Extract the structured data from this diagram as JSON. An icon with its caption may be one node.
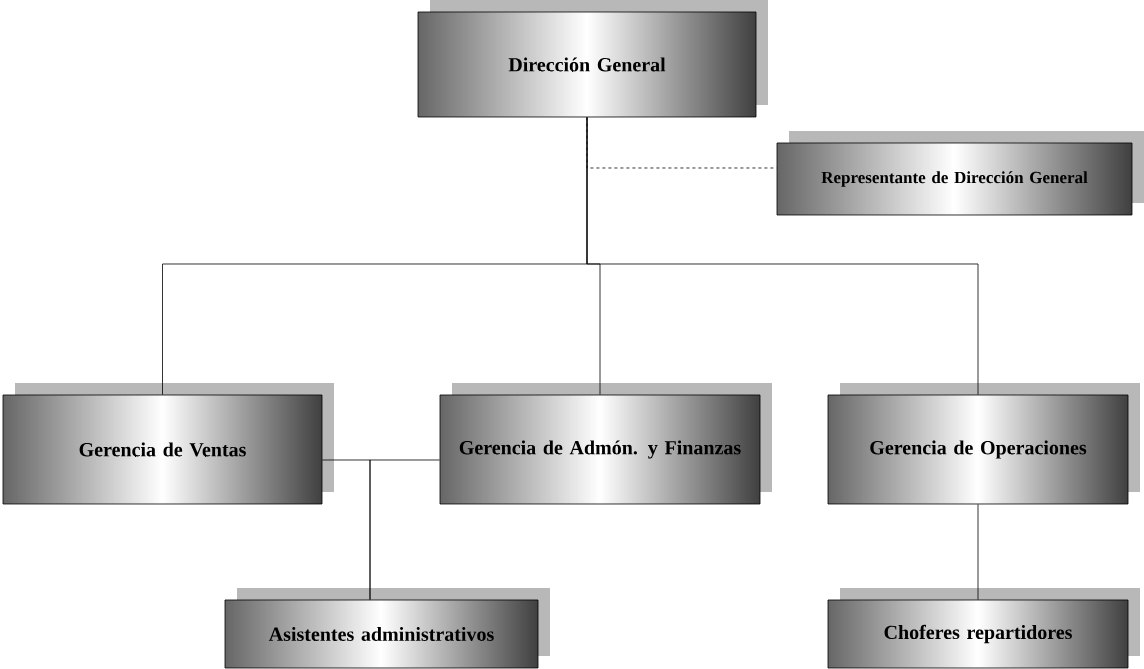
{
  "diagram": {
    "nodes": [
      {
        "text": [
          "Dirección General"
        ]
      },
      {
        "text": [
          "Representante de Dirección General"
        ]
      },
      {
        "text": [
          "Gerencia de Ventas"
        ]
      },
      {
        "text": [
          "Gerencia de Admón. y Finanzas"
        ]
      },
      {
        "text": [
          "Gerencia de Operaciones"
        ]
      },
      {
        "text": [
          "Asistentes administrativos"
        ]
      },
      {
        "text": [
          "Choferes repartidores"
        ]
      }
    ],
    "edges": [
      {
        "from": 0,
        "to": 1,
        "arrow": "none",
        "style": "dashed"
      },
      {
        "from": 0,
        "to": 2,
        "arrow": "none"
      },
      {
        "from": 0,
        "to": 3,
        "arrow": "none"
      },
      {
        "from": 0,
        "to": 4,
        "arrow": "none"
      },
      {
        "from": 2,
        "to": 5,
        "arrow": "none"
      },
      {
        "from": 3,
        "to": 5,
        "arrow": "none"
      },
      {
        "from": 4,
        "to": 6,
        "arrow": "none"
      }
    ]
  }
}
